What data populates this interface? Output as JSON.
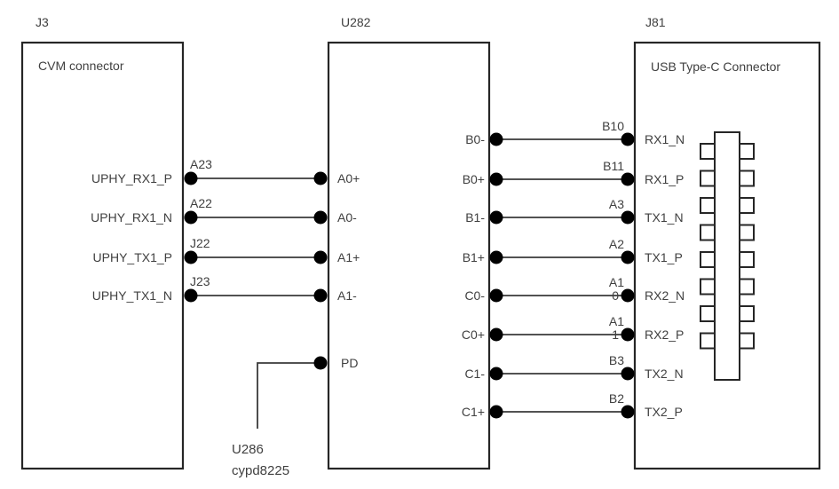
{
  "colors": {
    "line": "#262626",
    "text": "#404040",
    "dot": "#000000",
    "background": "#ffffff"
  },
  "components": {
    "j3": {
      "ref": "J3",
      "title": "CVM connector",
      "signals": [
        "UPHY_RX1_P",
        "UPHY_RX1_N",
        "UPHY_TX1_P",
        "UPHY_TX1_N"
      ],
      "pins": [
        "A23",
        "A22",
        "J22",
        "J23"
      ]
    },
    "u282": {
      "ref": "U282",
      "left_pins": [
        "A0+",
        "A0-",
        "A1+",
        "A1-",
        "PD"
      ],
      "right_pins": [
        "B0-",
        "B0+",
        "B1-",
        "B1+",
        "C0-",
        "C0+",
        "C1-",
        "C1+"
      ]
    },
    "j81": {
      "ref": "J81",
      "title": "USB Type-C Connector",
      "signals": [
        "RX1_N",
        "RX1_P",
        "TX1_N",
        "TX1_P",
        "RX2_N",
        "RX2_P",
        "TX2_N",
        "TX2_P"
      ],
      "pins": [
        "B10",
        "B11",
        "A3",
        "A2",
        "A1\n0",
        "A1\n1",
        "B3",
        "B2"
      ],
      "pin_label_top": [
        "B10",
        "B11",
        "A3",
        "A2",
        "A1",
        "A1",
        "B3",
        "B2"
      ],
      "pin_label_overlap": [
        "",
        "",
        "",
        "",
        "0",
        "1",
        "",
        ""
      ]
    },
    "u286": {
      "ref": "U286",
      "part": "cypd8225"
    }
  }
}
